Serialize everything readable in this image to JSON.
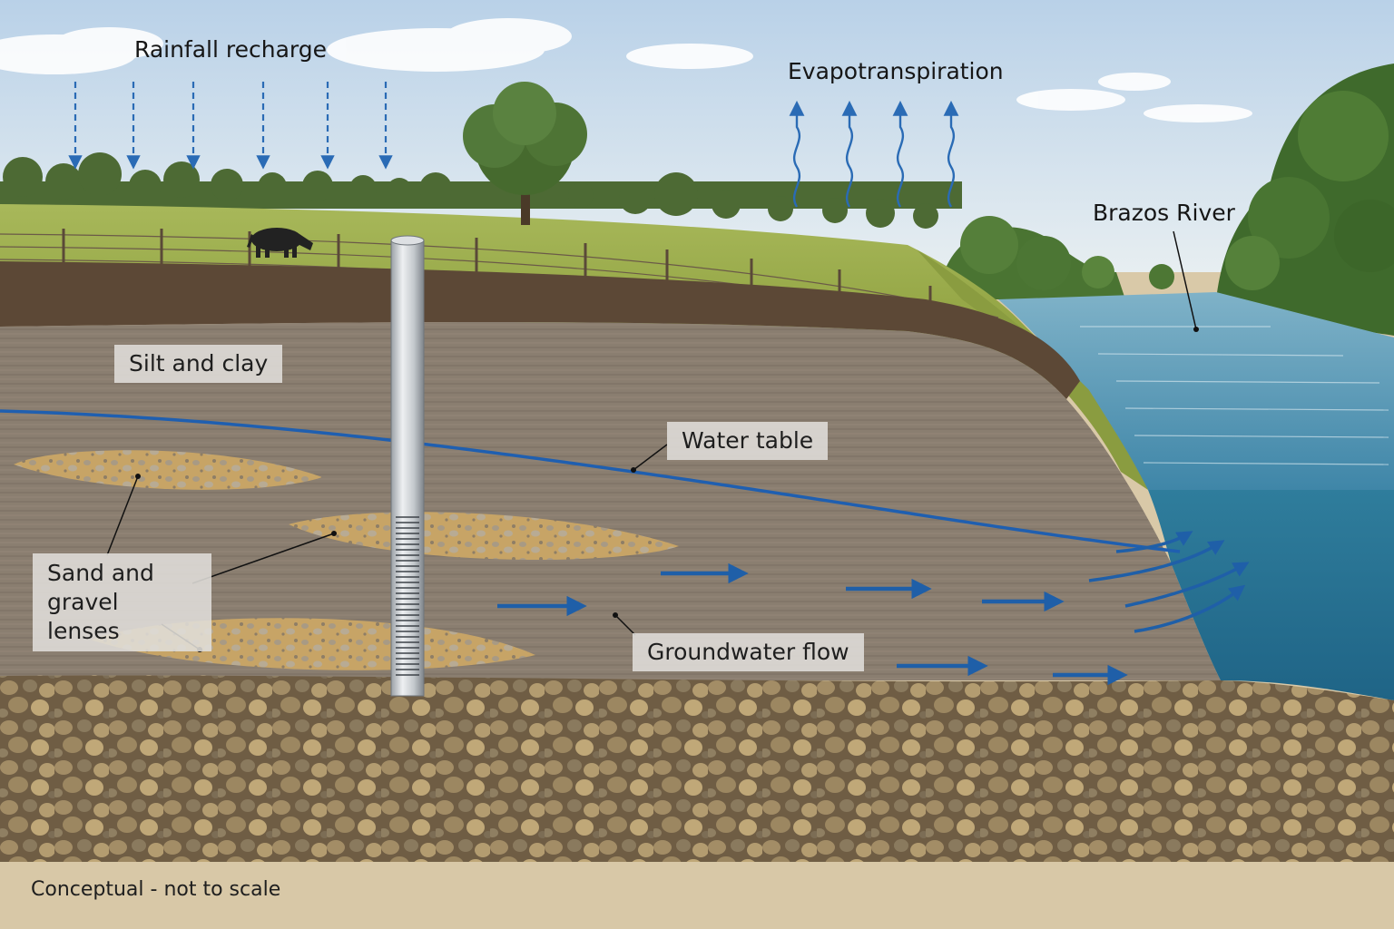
{
  "labels": {
    "rainfall": "Rainfall recharge",
    "evapotranspiration": "Evapotranspiration",
    "river": "Brazos River",
    "silt": "Silt and clay",
    "water_table": "Water table",
    "sand_gravel": "Sand and gravel lenses",
    "groundwater": "Groundwater flow",
    "note": "Conceptual - not to scale"
  },
  "colors": {
    "sky_top": "#bcd3e8",
    "sky_bottom": "#e6eef2",
    "grass": "#9fae4c",
    "topsoil": "#5a4634",
    "silt": "#8a7d6e",
    "sand_lens": "#c9a464",
    "gravel": "#8c7552",
    "river_surface": "#4f8fb0",
    "river_underwater": "#2e7898",
    "arrow_blue": "#1f5fa8",
    "water_table_line": "#1f5fb0",
    "well_casing": "#c8ccd0"
  },
  "icons": {
    "recharge_arrows": "dashed-down-arrow-icon",
    "evapotranspiration_arrows": "wavy-up-arrow-icon",
    "flow_arrows": "right-arrow-icon",
    "well": "monitoring-well-icon",
    "cow": "cow-icon",
    "tree": "tree-icon"
  }
}
